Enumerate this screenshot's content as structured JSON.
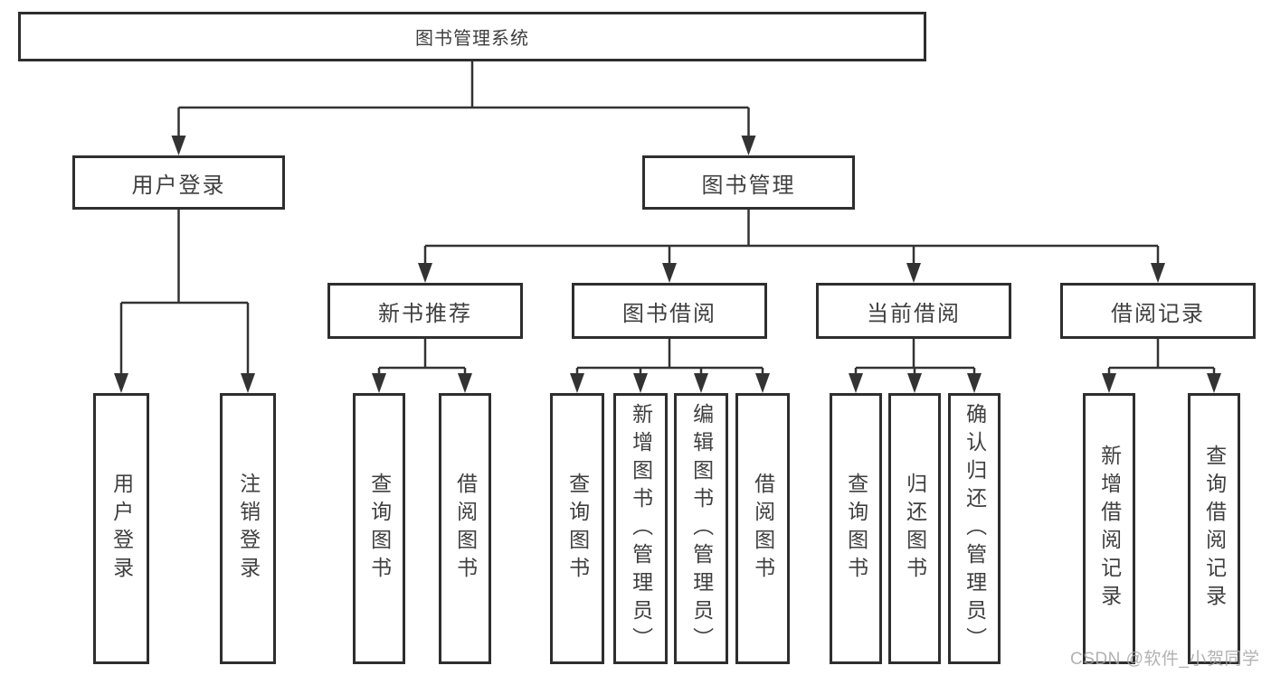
{
  "diagram": {
    "type": "hierarchy",
    "tree": {
      "root": {
        "label": "图书管理系统",
        "children": [
          {
            "label": "用户登录",
            "children": [
              {
                "label": "用户登录"
              },
              {
                "label": "注销登录"
              }
            ]
          },
          {
            "label": "图书管理",
            "children": [
              {
                "label": "新书推荐",
                "children": [
                  {
                    "label": "查询图书"
                  },
                  {
                    "label": "借阅图书"
                  }
                ]
              },
              {
                "label": "图书借阅",
                "children": [
                  {
                    "label": "查询图书"
                  },
                  {
                    "label": "新增图书（管理员）"
                  },
                  {
                    "label": "编辑图书（管理员）"
                  },
                  {
                    "label": "借阅图书"
                  }
                ]
              },
              {
                "label": "当前借阅",
                "children": [
                  {
                    "label": "查询图书"
                  },
                  {
                    "label": "归还图书"
                  },
                  {
                    "label": "确认归还（管理员）"
                  }
                ]
              },
              {
                "label": "借阅记录",
                "children": [
                  {
                    "label": "新增借阅记录"
                  },
                  {
                    "label": "查询借阅记录"
                  }
                ]
              }
            ]
          }
        ]
      }
    },
    "colors": {
      "line": "#333333",
      "box_border": "#2e2e2e",
      "text": "#3f3f3f",
      "background": "#ffffff",
      "watermark": "#a5a5a5"
    }
  },
  "watermark": {
    "text": "CSDN @软件_小贺同学"
  }
}
